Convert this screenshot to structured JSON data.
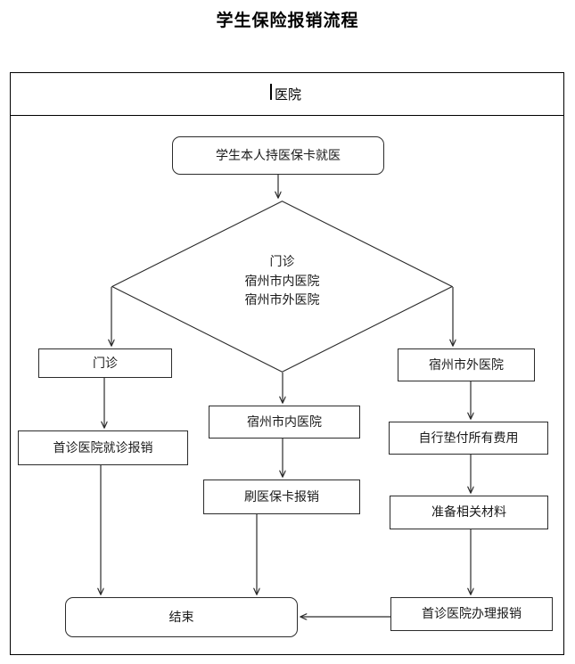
{
  "title": "学生保险报销流程",
  "lane": {
    "header_label": "医院",
    "caret_icon": "text-cursor-icon"
  },
  "nodes": {
    "start": {
      "label": "学生本人持医保卡就医",
      "shape": "rounded-rect"
    },
    "decision": {
      "shape": "diamond",
      "lines": [
        "门诊",
        "宿州市内医院",
        "宿州市外医院"
      ],
      "line1": "门诊",
      "line2": "宿州市内医院",
      "line3": "宿州市外医院"
    },
    "outpatient": {
      "label": "门诊",
      "shape": "rect"
    },
    "first_visit_reimburse": {
      "label": "首诊医院就诊报销",
      "shape": "rect"
    },
    "in_city_hospital": {
      "label": "宿州市内医院",
      "shape": "rect"
    },
    "swipe_card_reimburse": {
      "label": "刷医保卡报销",
      "shape": "rect"
    },
    "out_city_hospital": {
      "label": "宿州市外医院",
      "shape": "rect"
    },
    "self_pay_all": {
      "label": "自行垫付所有费用",
      "shape": "rect"
    },
    "prepare_materials": {
      "label": "准备相关材料",
      "shape": "rect"
    },
    "first_visit_handle": {
      "label": "首诊医院办理报销",
      "shape": "rect"
    },
    "end": {
      "label": "结束",
      "shape": "rounded-rect"
    }
  },
  "colors": {
    "line": "#2b2b2b",
    "frame": "#000000",
    "text": "#1a1a1a",
    "background": "#ffffff"
  }
}
